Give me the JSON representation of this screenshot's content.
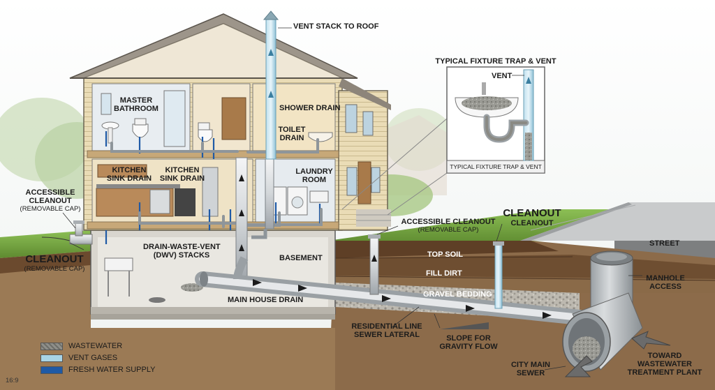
{
  "labels": {
    "vent_stack": "VENT STACK TO ROOF",
    "master_bath_1": "MASTER",
    "master_bath_2": "BATHROOM",
    "shower_drain": "SHOWER DRAIN",
    "toilet_drain_1": "TOILET",
    "toilet_drain_2": "DRAIN",
    "kitchen_sink_a_1": "KITCHEN",
    "kitchen_sink_a_2": "SINK DRAIN",
    "kitchen_sink_b_1": "KITCHEN",
    "kitchen_sink_b_2": "SINK DRAIN",
    "laundry_1": "LAUNDRY",
    "laundry_2": "ROOM",
    "accessible_cleanout_left_1": "ACCESSIBLE",
    "accessible_cleanout_left_2": "CLEANOUT",
    "accessible_cleanout_left_sub": "(REMOVABLE CAP)",
    "cleanout_left": "CLEANOUT",
    "cleanout_left_sub": "(REMOVABLE CAP)",
    "dwv_1": "DRAIN-WASTE-VENT",
    "dwv_2": "(DWV) STACKS",
    "basement": "BASEMENT",
    "main_house_drain": "MAIN HOUSE DRAIN",
    "accessible_cleanout_mid": "ACCESSIBLE CLEANOUT",
    "accessible_cleanout_mid_sub": "(REMOVABLE CAP)",
    "cleanout_right_big": "CLEANOUT",
    "cleanout_right": "CLEANOUT",
    "top_soil": "TOP SOIL",
    "fill_dirt": "FILL DIRT",
    "gravel_bedding": "GRAVEL BEDDING",
    "street": "STREET",
    "manhole_1": "MANHOLE",
    "manhole_2": "ACCESS",
    "sewer_lateral_1": "RESIDENTIAL LINE",
    "sewer_lateral_2": "SEWER LATERAL",
    "slope_1": "SLOPE FOR",
    "slope_2": "GRAVITY FLOW",
    "city_sewer_1": "CITY MAIN",
    "city_sewer_2": "SEWER",
    "toward_1": "TOWARD",
    "toward_2": "WASTEWATER",
    "toward_3": "TREATMENT PLANT",
    "inset_title": "TYPICAL FIXTURE TRAP & VENT",
    "inset_vent": "VENT",
    "inset_caption": "TYPICAL FIXTURE TRAP & VENT",
    "aspect_tag": "16:9"
  },
  "legend": [
    {
      "label": "WASTEWATER",
      "color": "#8f8f8a"
    },
    {
      "label": "VENT GASES",
      "color": "#a8d4e6"
    },
    {
      "label": "FRESH WATER SUPPLY",
      "color": "#1f5aa6"
    }
  ],
  "colors": {
    "house_siding": "#e8d9b0",
    "roof": "#a89f92",
    "pipe": "#d5d8da",
    "vent": "#a8d4e6",
    "supply": "#1f5aa6",
    "soil_top": "#6b4a2e",
    "soil_fill": "#8a6a48",
    "gravel": "#b5b2aa",
    "grass": "#6a9a3a"
  }
}
